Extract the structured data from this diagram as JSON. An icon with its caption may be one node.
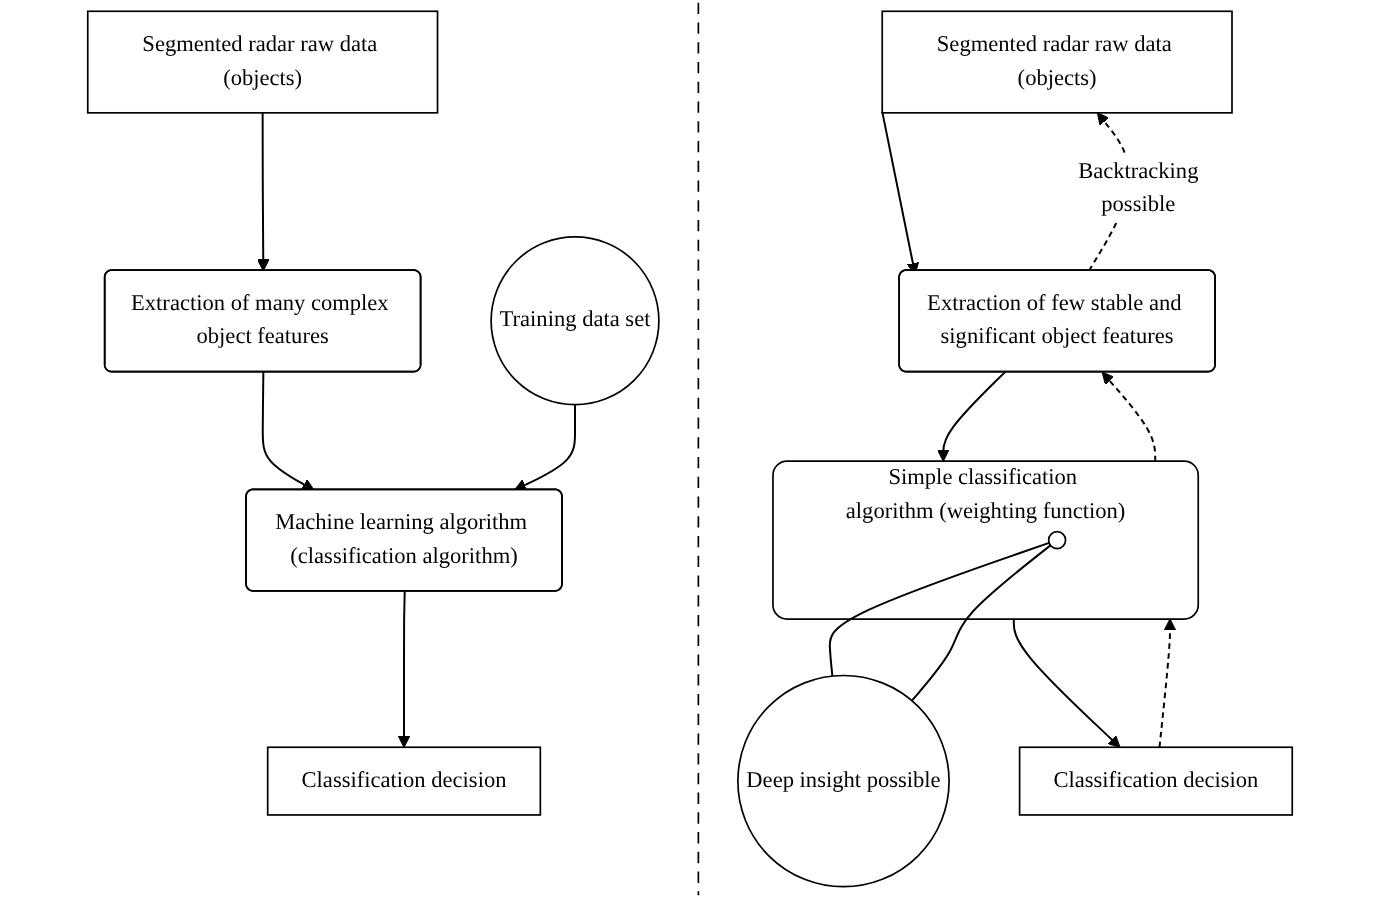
{
  "diagram": {
    "nodes": [
      {
        "text": [
          "Segmented radar raw data (objects)"
        ]
      },
      {
        "text": [
          "Extraction of many complex object features"
        ]
      },
      {
        "text": [
          "Training data set"
        ]
      },
      {
        "text": [
          "Machine learning algorithm (classification algorithm)"
        ]
      },
      {
        "text": [
          "Classification decision"
        ]
      },
      {
        "text": [
          "Segmented radar raw data (objects)"
        ]
      },
      {
        "text": [
          "Extraction of few stable and significant object features"
        ]
      },
      {
        "text": [
          "Simple classification algorithm (weighting function)"
        ]
      },
      {
        "text": [],
        "shape": "circle",
        "in": 7
      },
      {
        "text": [
          "Deep insight possible"
        ]
      },
      {
        "text": [
          "Classification decision"
        ]
      }
    ],
    "edges": [
      {
        "from": 0,
        "to": 1,
        "arrow": "to"
      },
      {
        "from": 1,
        "to": 3,
        "arrow": "to"
      },
      {
        "from": 2,
        "to": 3,
        "arrow": "to"
      },
      {
        "from": 3,
        "to": 4,
        "arrow": "to"
      },
      {
        "from": 6,
        "to": 5,
        "arrow": "to",
        "style": "dashed",
        "label": "Backtracking possible"
      },
      {
        "from": 7,
        "to": 6,
        "arrow": "to",
        "style": "dashed"
      },
      {
        "from": 10,
        "to": 7,
        "arrow": "to",
        "style": "dashed"
      },
      {
        "from": 5,
        "to": 6,
        "arrow": "to"
      },
      {
        "from": 6,
        "to": 7,
        "arrow": "to"
      },
      {
        "from": 7,
        "to": 10,
        "arrow": "to"
      },
      {
        "from": 8,
        "to": 9,
        "arrow": "none"
      },
      {
        "from": 8,
        "to": 9,
        "arrow": "none"
      }
    ]
  }
}
